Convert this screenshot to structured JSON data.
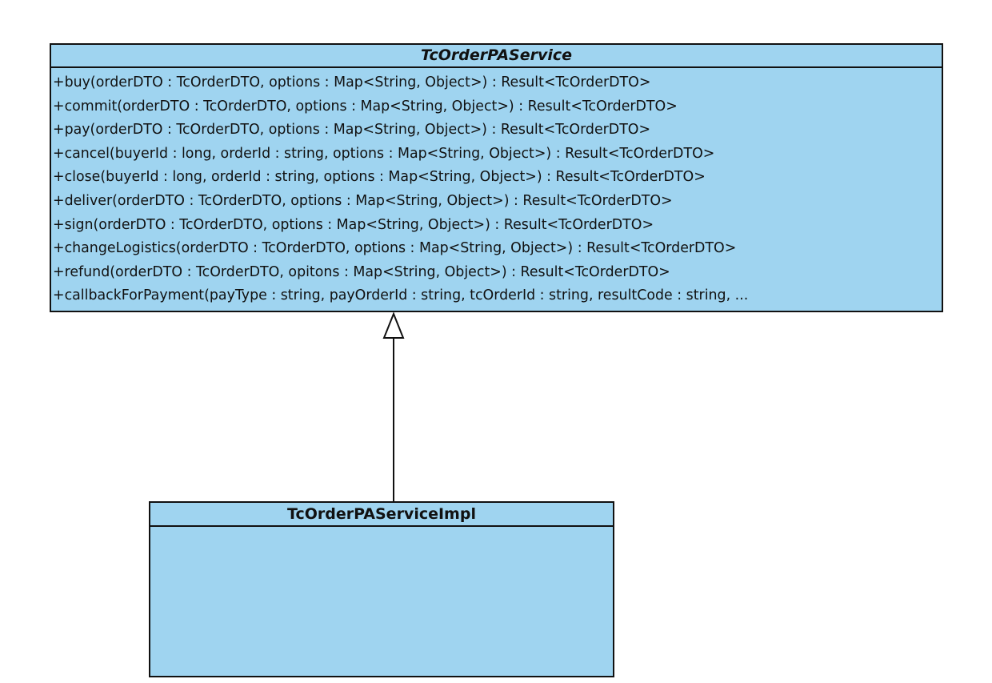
{
  "interface": {
    "name": "TcOrderPAService",
    "operations": [
      "+buy(orderDTO : TcOrderDTO, options : Map<String, Object>) : Result<TcOrderDTO>",
      "+commit(orderDTO : TcOrderDTO, options : Map<String, Object>) : Result<TcOrderDTO>",
      "+pay(orderDTO : TcOrderDTO, options : Map<String, Object>) : Result<TcOrderDTO>",
      "+cancel(buyerId : long, orderId : string, options : Map<String, Object>) : Result<TcOrderDTO>",
      "+close(buyerId : long, orderId : string, options : Map<String, Object>) : Result<TcOrderDTO>",
      "+deliver(orderDTO : TcOrderDTO, options : Map<String, Object>) : Result<TcOrderDTO>",
      "+sign(orderDTO : TcOrderDTO, options : Map<String, Object>) : Result<TcOrderDTO>",
      "+changeLogistics(orderDTO : TcOrderDTO, options : Map<String, Object>) : Result<TcOrderDTO>",
      "+refund(orderDTO : TcOrderDTO, opitons : Map<String, Object>) : Result<TcOrderDTO>",
      "+callbackForPayment(payType : string, payOrderId : string, tcOrderId : string, resultCode : string, ..."
    ]
  },
  "implementation": {
    "name": "TcOrderPAServiceImpl"
  },
  "relationship": {
    "type": "realization"
  },
  "colors": {
    "class_fill": "#9fd4f0",
    "border": "#111111"
  }
}
